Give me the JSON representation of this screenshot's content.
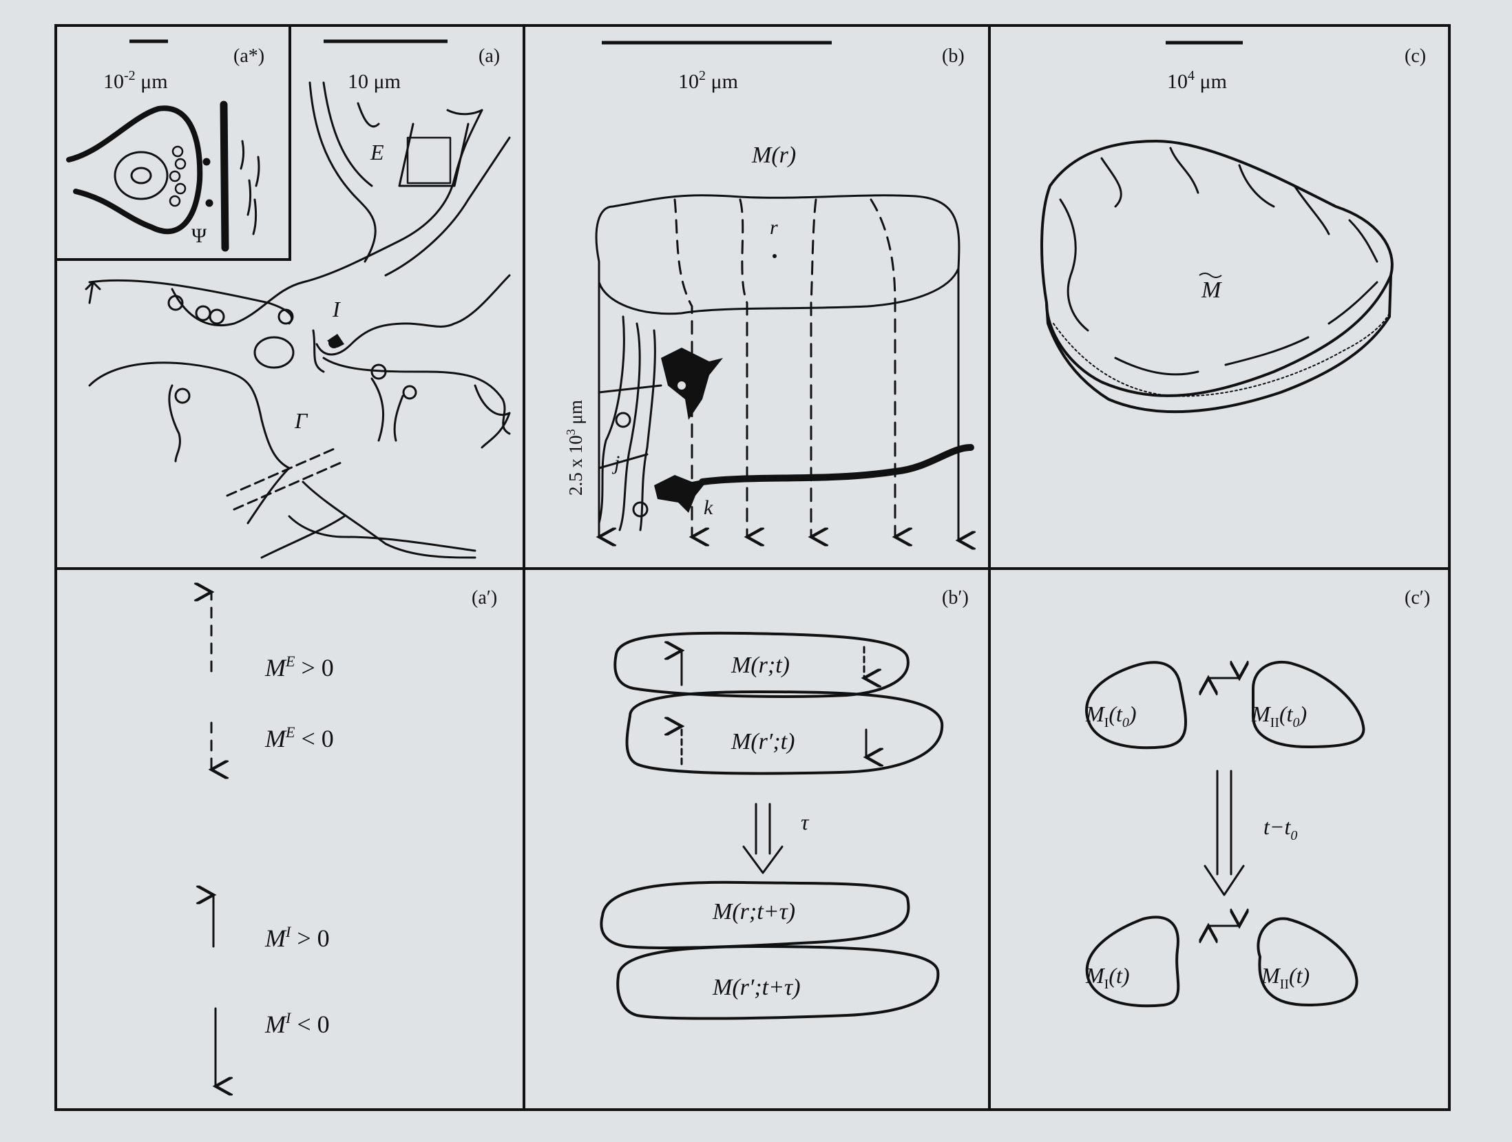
{
  "panels": {
    "a_star": {
      "tag": "(a*)",
      "scale": "10",
      "scale_exp": "-2",
      "scale_unit": " μm",
      "psi": "Ψ"
    },
    "a": {
      "tag": "(a)",
      "scale": "10 μm",
      "E": "E",
      "I": "I",
      "Gamma": "Γ"
    },
    "b": {
      "tag": "(b)",
      "scale": "10",
      "scale_exp": "2",
      "scale_unit": " μm",
      "title": "M(r)",
      "r": "r",
      "depth": "2.5 x 10",
      "depth_exp": "3",
      "depth_unit": " μm",
      "j": "j",
      "k": "k"
    },
    "c": {
      "tag": "(c)",
      "scale": "10",
      "scale_exp": "4",
      "scale_unit": " μm",
      "M": "M"
    },
    "a_prime": {
      "tag": "(a′)",
      "ME": "M",
      "ME_sup": "E",
      "gt0": " > 0",
      "lt0": " < 0",
      "MI": "M",
      "MI_sup": "I"
    },
    "b_prime": {
      "tag": "(b′)",
      "m1": "M(r;t)",
      "m2": "M(r′;t)",
      "tau": "τ",
      "m3": "M(r;t+τ)",
      "m4": "M(r′;t+τ)"
    },
    "c_prime": {
      "tag": "(c′)",
      "M": "M",
      "sub_I": "I",
      "sub_II": "II",
      "t0": "(t",
      "t0_sub": "0",
      "t0_close": ")",
      "t": "(t)",
      "dt": "t−t",
      "dt_sub": "0"
    }
  }
}
